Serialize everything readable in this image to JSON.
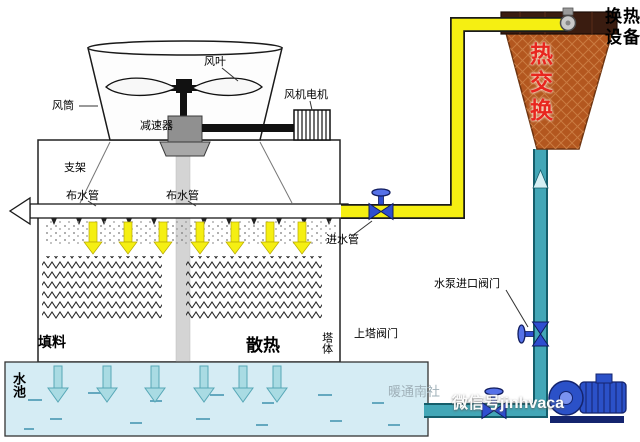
{
  "labels": {
    "fan_blade": "风叶",
    "fan_duct": "风筒",
    "fan_motor": "风机电机",
    "reducer": "减速器",
    "bracket": "支架",
    "water_pipe": "布水管",
    "inlet_pipe": "进水管",
    "fill_material": "填料",
    "heat_dissipation": "散热",
    "tower_body": "塔体",
    "upper_tower_valve": "上塔阀门",
    "pump_inlet_valve": "水泵进口阀门",
    "pool": "水池",
    "heat_exchange": "热交换",
    "heat_exchange_equipment": "换热设备"
  },
  "watermarks": {
    "community": "暖通南社",
    "wechat": "微信号jinhvaca"
  },
  "colors": {
    "hot_pipe_yellow": "#f5ef12",
    "cold_pipe_teal": "#43a7b7",
    "valve_blue": "#2e4ed0",
    "pump_blue": "#2b51c8",
    "exchanger_orange": "#b3571f",
    "heat_text_red": "#e8261f",
    "pool_blue": "#d5ecf4"
  }
}
